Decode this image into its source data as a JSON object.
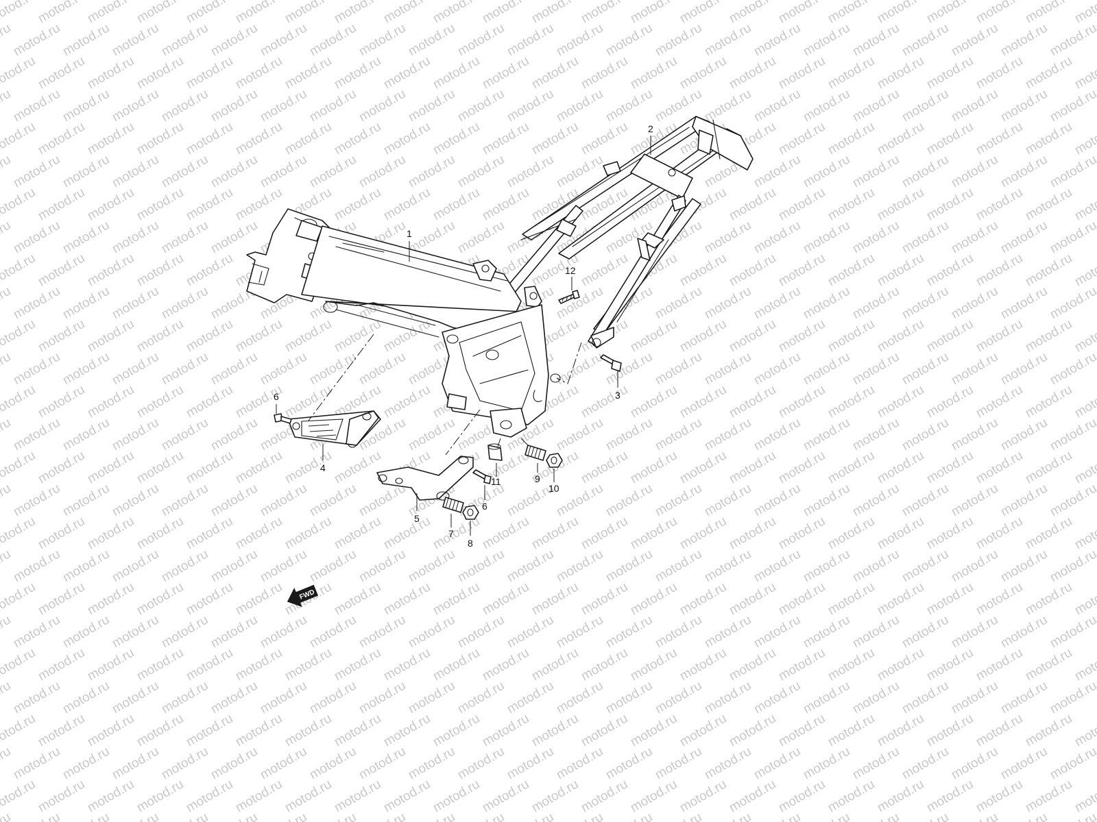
{
  "watermark": {
    "text": "motod.ru",
    "color": "#c8c8c8"
  },
  "fwd_arrow": {
    "label": "FWD"
  },
  "callouts": {
    "c1": "1",
    "c2": "2",
    "c3": "3",
    "c4": "4",
    "c5": "5",
    "c6a": "6",
    "c6b": "6",
    "c7": "7",
    "c8": "8",
    "c9": "9",
    "c10": "10",
    "c11": "11",
    "c12": "12"
  }
}
